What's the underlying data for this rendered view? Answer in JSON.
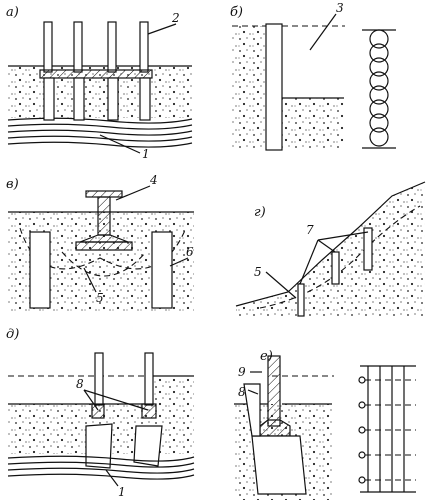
{
  "panels": {
    "a": {
      "letter": "а)",
      "callouts": [
        "2",
        "1"
      ]
    },
    "b": {
      "letter": "б)",
      "callouts": [
        "3"
      ]
    },
    "v": {
      "letter": "в)",
      "callouts": [
        "4",
        "6",
        "5"
      ]
    },
    "g": {
      "letter": "г)",
      "callouts": [
        "7",
        "5"
      ]
    },
    "d": {
      "letter": "д)",
      "callouts": [
        "8",
        "1"
      ]
    },
    "e": {
      "letter": "е)",
      "callouts": [
        "9",
        "8"
      ]
    }
  },
  "colors": {
    "ink": "#111111",
    "paper": "#ffffff"
  }
}
